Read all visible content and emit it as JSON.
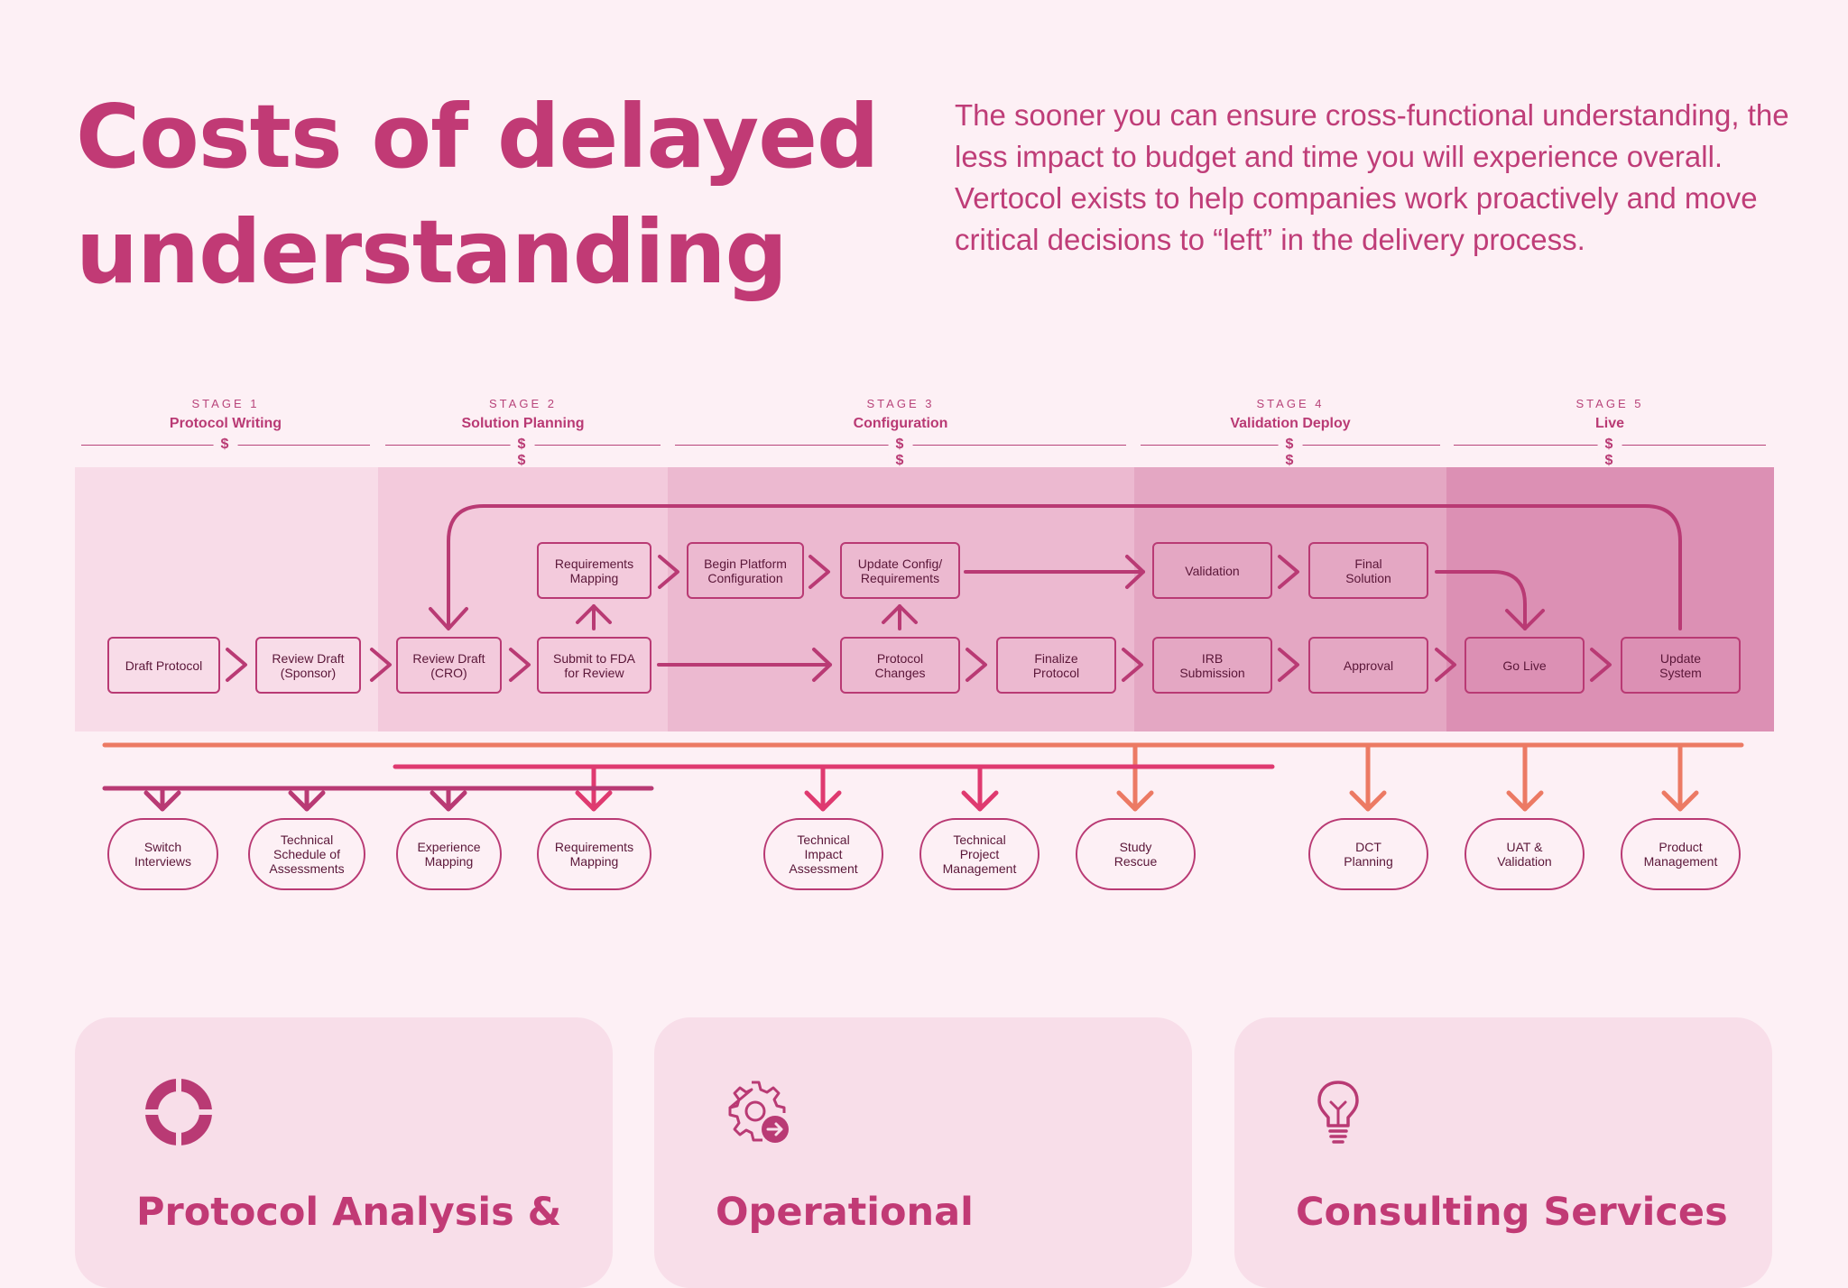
{
  "title_lines": [
    "Costs of delayed",
    "understanding"
  ],
  "intro": "The sooner you can ensure cross-functional understanding,  the less impact to budget and time you will experience overall. Vertocol exists to help companies work proactively and move critical decisions to “left” in the delivery process.",
  "stages": [
    {
      "num": "STAGE 1",
      "name": "Protocol Writing",
      "cost": "$"
    },
    {
      "num": "STAGE 2",
      "name": "Solution Planning",
      "cost": "$ $"
    },
    {
      "num": "STAGE 3",
      "name": "Configuration",
      "cost": "$ $ $"
    },
    {
      "num": "STAGE 4",
      "name": "Validation Deploy",
      "cost": "$ $ $ $"
    },
    {
      "num": "STAGE 5",
      "name": "Live",
      "cost": "$ $ $ $ $"
    }
  ],
  "process_steps": {
    "draft_protocol": "Draft Protocol",
    "review_sponsor": "Review Draft\n(Sponsor)",
    "review_cro": "Review Draft\n(CRO)",
    "submit_fda": "Submit to FDA\nfor Review",
    "protocol_changes": "Protocol\nChanges",
    "finalize_protocol": "Finalize\nProtocol",
    "irb_submission": "IRB\nSubmission",
    "approval": "Approval",
    "go_live": "Go Live",
    "update_system": "Update\nSystem",
    "requirements_mapping": "Requirements\nMapping",
    "begin_platform": "Begin Platform\nConfiguration",
    "update_config": "Update Config/\nRequirements",
    "validation": "Validation",
    "final_solution": "Final\nSolution"
  },
  "services": {
    "switch_interviews": "Switch\nInterviews",
    "technical_schedule": "Technical\nSchedule of\nAssessments",
    "experience_mapping": "Experience\nMapping",
    "requirements_mapping": "Requirements\nMapping",
    "technical_impact": "Technical\nImpact\nAssessment",
    "technical_pm": "Technical\nProject\nManagement",
    "study_rescue": "Study\nRescue",
    "dct_planning": "DCT\nPlanning",
    "uat_validation": "UAT &\nValidation",
    "product_management": "Product\nManagement"
  },
  "cards": [
    {
      "title": "Protocol Analysis &",
      "icon": "lifebuoy-icon"
    },
    {
      "title": "Operational",
      "icon": "gear-arrow-icon"
    },
    {
      "title": "Consulting Services",
      "icon": "lightbulb-icon"
    }
  ],
  "colors": {
    "brand": "#c13a75",
    "flow": "#b93a74",
    "coral": "#ec7a64",
    "magenta": "#df3a70",
    "band_1": "#f8dce8",
    "band_2": "#f3cadc",
    "band_3": "#ecb9d0",
    "band_4": "#e4a7c3",
    "band_5": "#dc90b4"
  }
}
